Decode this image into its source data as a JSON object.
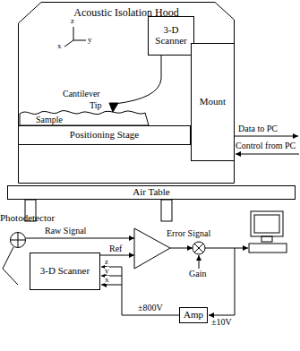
{
  "diagram": {
    "nodes": [
      {
        "text": [
          "Acoustic Isolation Hood"
        ]
      },
      {
        "text": [
          "3-D Scanner"
        ],
        "in": 0
      },
      {
        "text": [
          "Mount"
        ],
        "in": 0
      },
      {
        "text": [
          "Positioning Stage"
        ],
        "in": 0
      },
      {
        "text": [
          "Air Table"
        ]
      },
      {
        "text": [
          "Photodetector"
        ]
      },
      {
        "text": [
          "3-D Scanner"
        ]
      },
      {
        "text": [
          "Amp"
        ]
      }
    ],
    "edges": [
      {
        "from": 7,
        "to": 6,
        "arrow": "to",
        "label": "±800V"
      }
    ],
    "labels": [
      "x",
      "y",
      "z",
      "Cantilever",
      "Tip",
      "Sample",
      "Data to PC",
      "Control from PC",
      "Raw Signal",
      "Ref",
      "Error Signal",
      "Gain",
      "z",
      "y",
      "x",
      "±10V"
    ]
  }
}
